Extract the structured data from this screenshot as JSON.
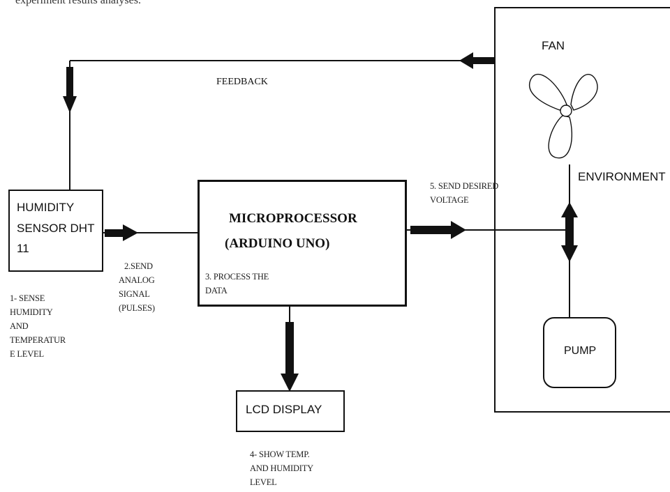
{
  "caption_top": "experiment results analyses.",
  "labels": {
    "feedback": "FEEDBACK",
    "fan": "FAN",
    "environment": "ENVIRONMENT",
    "send_voltage": [
      "5. SEND DESIRED",
      "VOLTAGE"
    ],
    "sense": [
      "1- SENSE",
      "HUMIDITY",
      "AND",
      "TEMPERATUR",
      "E LEVEL"
    ],
    "send_signal": [
      "2.SEND",
      "ANALOG",
      "SIGNAL",
      "(PULSES)"
    ],
    "process": [
      "3. PROCESS THE",
      "DATA"
    ],
    "show": [
      "4- SHOW TEMP.",
      "AND HUMIDITY",
      "LEVEL"
    ]
  },
  "blocks": {
    "sensor": [
      "HUMIDITY",
      "SENSOR DHT",
      "11"
    ],
    "micro": [
      "MICROPROCESSOR",
      "(ARDUINO UNO)"
    ],
    "lcd": "LCD DISPLAY",
    "pump": "PUMP"
  },
  "colors": {
    "stroke": "#111111",
    "background": "#ffffff"
  }
}
